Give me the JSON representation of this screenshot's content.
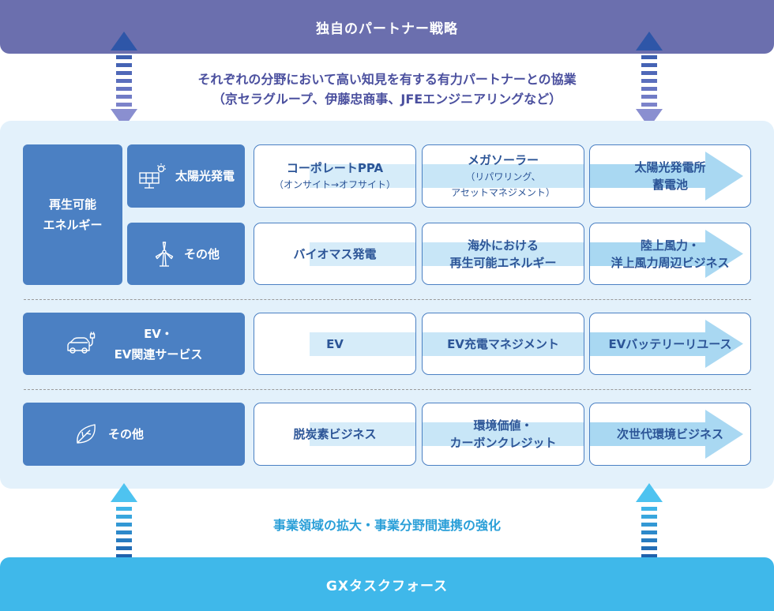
{
  "header": {
    "title": "独自のパートナー戦略"
  },
  "top_caption": {
    "line1": "それぞれの分野において高い知見を有する有力パートナーとの協業",
    "line2": "（京セラグループ、伊藤忠商事、JFEエンジニアリングなど）"
  },
  "categories": {
    "renewable": {
      "line1": "再生可能",
      "line2": "エネルギー"
    },
    "solar": {
      "label": "太陽光発電"
    },
    "other_renewable": {
      "label": "その他"
    },
    "ev": {
      "line1": "EV・",
      "line2": "EV関連サービス"
    },
    "other": {
      "label": "その他"
    }
  },
  "rows": {
    "solar": [
      {
        "line1": "コーポレートPPA",
        "sub": "（オンサイト→オフサイト）"
      },
      {
        "line1": "メガソーラー",
        "sub1": "（リパワリング、",
        "sub2": "アセットマネジメント）"
      },
      {
        "line1": "太陽光発電所",
        "line2": "蓄電池"
      }
    ],
    "other_renewable": [
      {
        "line1": "バイオマス発電"
      },
      {
        "line1": "海外における",
        "line2": "再生可能エネルギー"
      },
      {
        "line1": "陸上風力・",
        "line2": "洋上風力周辺ビジネス"
      }
    ],
    "ev": [
      {
        "line1": "EV"
      },
      {
        "line1": "EV充電マネジメント"
      },
      {
        "line1": "EVバッテリーリユース"
      }
    ],
    "other": [
      {
        "line1": "脱炭素ビジネス"
      },
      {
        "line1": "環境価値・",
        "line2": "カーボンクレジット"
      },
      {
        "line1": "次世代環境ビジネス"
      }
    ]
  },
  "bottom_caption": {
    "text": "事業領域の拡大・事業分野間連携の強化"
  },
  "footer": {
    "title": "GXタスクフォース"
  },
  "colors": {
    "top_band": "#6b6fae",
    "bottom_band": "#3fb8ea",
    "category": "#4b80c3",
    "panel": "#e3f1fb",
    "arrow_flow": "#a9d8f2"
  }
}
